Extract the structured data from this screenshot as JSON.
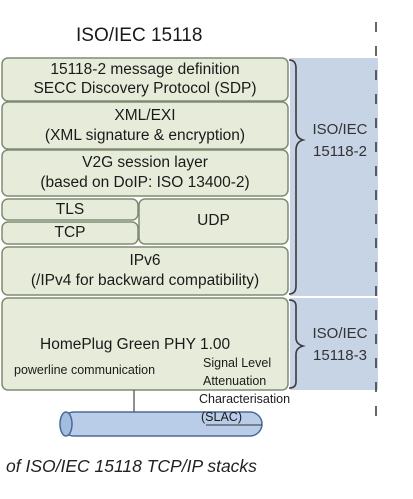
{
  "header": {
    "title": "ISO/IEC 15118"
  },
  "layers": {
    "message_def": {
      "line1": "15118-2 message definition",
      "line2": "SECC Discovery Protocol (SDP)"
    },
    "xml": {
      "line1": "XML/EXI",
      "line2": "(XML signature & encryption)"
    },
    "v2g": {
      "line1": "V2G session layer",
      "line2": "(based on DoIP: ISO 13400-2)"
    },
    "tls": {
      "label": "TLS"
    },
    "tcp": {
      "label": "TCP"
    },
    "udp": {
      "label": "UDP"
    },
    "ipv6": {
      "line1": "IPv6",
      "line2": "(/IPv4 for backward compatibility)"
    },
    "homeplug": {
      "line1": "HomePlug Green PHY 1.00",
      "line2": "powerline communication"
    }
  },
  "brackets": {
    "part2": {
      "line1": "ISO/IEC",
      "line2": "15118-2"
    },
    "part3": {
      "line1": "ISO/IEC",
      "line2": "15118-3"
    }
  },
  "slac": {
    "line1": "Signal Level",
    "line2": "Attenuation",
    "line3": "Characterisation",
    "line4": "(SLAC)"
  },
  "caption": {
    "text": "of ISO/IEC 15118 TCP/IP stacks"
  },
  "colors": {
    "layer_fill": "#e6ecd9",
    "layer_border": "#7f8b72",
    "bracket_fill": "#c6d4e6",
    "cable_fill": "#b9cde8",
    "cable_border": "#4a6a96"
  }
}
